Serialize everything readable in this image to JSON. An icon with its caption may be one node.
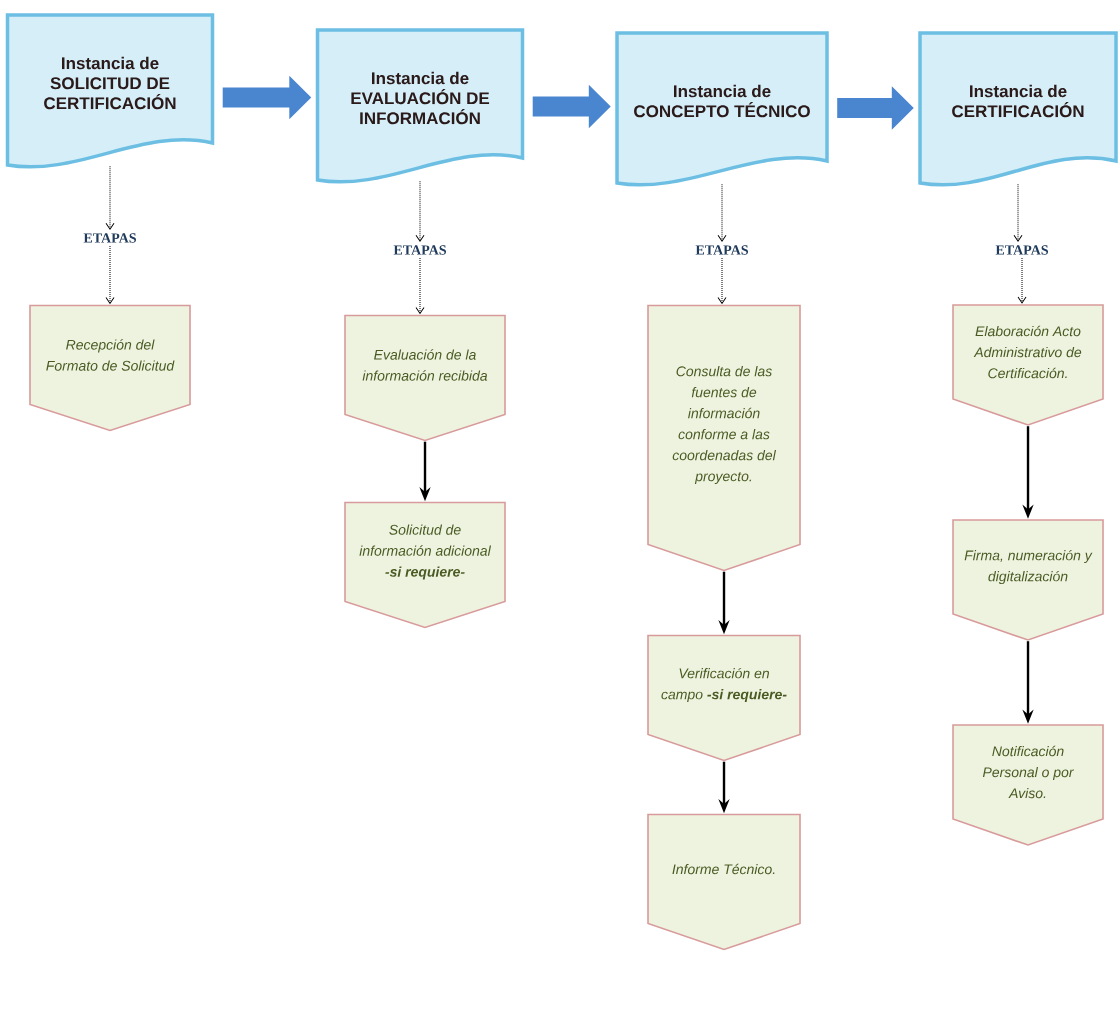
{
  "diagram": {
    "nodes": [
      {
        "text": [
          "Instancia de SOLICITUD DE CERTIFICACIÓN"
        ]
      },
      {
        "text": [
          "Instancia de EVALUACIÓN DE INFORMACIÓN"
        ]
      },
      {
        "text": [
          "Instancia de CONCEPTO TÉCNICO"
        ]
      },
      {
        "text": [
          "Instancia de CERTIFICACIÓN"
        ]
      },
      {
        "text": [
          "ETAPAS"
        ]
      },
      {
        "text": [
          "ETAPAS"
        ]
      },
      {
        "text": [
          "ETAPAS"
        ]
      },
      {
        "text": [
          "ETAPAS"
        ]
      },
      {
        "text": [
          "Recepción del Formato de Solicitud"
        ]
      },
      {
        "text": [
          "Evaluación de la información recibida"
        ]
      },
      {
        "text": [
          "Solicitud de información adicional **-si requiere-**"
        ]
      },
      {
        "text": [
          "Consulta de las fuentes de información conforme a las coordenadas del proyecto."
        ]
      },
      {
        "text": [
          "Verificación en campo **-si requiere-**"
        ]
      },
      {
        "text": [
          "Informe Técnico."
        ]
      },
      {
        "text": [
          "Elaboración Acto Administrativo de Certificación."
        ]
      },
      {
        "text": [
          "Firma, numeración y digitalización"
        ]
      },
      {
        "text": [
          "Notificación Personal o por Aviso."
        ]
      }
    ],
    "edges": [
      {
        "from": 0,
        "to": 1,
        "arrow": "to",
        "style": "thick",
        "color": "#4a86d0"
      },
      {
        "from": 1,
        "to": 2,
        "arrow": "to",
        "style": "thick",
        "color": "#4a86d0"
      },
      {
        "from": 2,
        "to": 3,
        "arrow": "to",
        "style": "thick",
        "color": "#4a86d0"
      },
      {
        "from": 0,
        "to": 4,
        "arrow": "to",
        "style": "dashed"
      },
      {
        "from": 4,
        "to": 8,
        "arrow": "to",
        "style": "dashed"
      },
      {
        "from": 1,
        "to": 5,
        "arrow": "to",
        "style": "dashed"
      },
      {
        "from": 5,
        "to": 9,
        "arrow": "to",
        "style": "dashed"
      },
      {
        "from": 2,
        "to": 6,
        "arrow": "to",
        "style": "dashed"
      },
      {
        "from": 6,
        "to": 11,
        "arrow": "to",
        "style": "dashed"
      },
      {
        "from": 3,
        "to": 7,
        "arrow": "to",
        "style": "dashed"
      },
      {
        "from": 7,
        "to": 14,
        "arrow": "to",
        "style": "dashed"
      },
      {
        "from": 9,
        "to": 10,
        "arrow": "to"
      },
      {
        "from": 11,
        "to": 12,
        "arrow": "to"
      },
      {
        "from": 12,
        "to": 13,
        "arrow": "to"
      },
      {
        "from": 14,
        "to": 15,
        "arrow": "to"
      },
      {
        "from": 15,
        "to": 16,
        "arrow": "to"
      }
    ]
  }
}
